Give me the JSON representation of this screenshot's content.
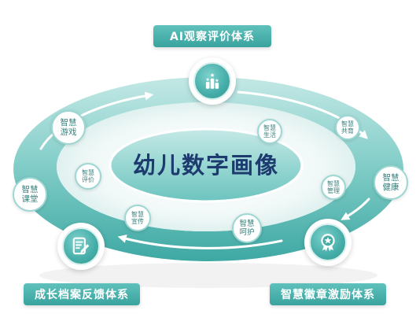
{
  "center_title": "幼儿数字画像",
  "systems": {
    "top": {
      "label": "AI观察评价体系",
      "icon": "podium-stars-icon"
    },
    "bottom_left": {
      "label": "成长档案反馈体系",
      "icon": "document-pen-icon"
    },
    "bottom_right": {
      "label": "智慧徽章激励体系",
      "icon": "medal-badge-icon"
    }
  },
  "nodes": [
    {
      "line1": "智慧",
      "line2": "游戏"
    },
    {
      "line1": "智慧",
      "line2": "课堂"
    },
    {
      "line1": "智慧",
      "line2": "评价"
    },
    {
      "line1": "智慧",
      "line2": "宣传"
    },
    {
      "line1": "智慧",
      "line2": "呵护"
    },
    {
      "line1": "智慧",
      "line2": "生活"
    },
    {
      "line1": "智慧",
      "line2": "共育"
    },
    {
      "line1": "智慧",
      "line2": "管理"
    },
    {
      "line1": "智慧",
      "line2": "健康"
    }
  ],
  "colors": {
    "teal": "#45ada8",
    "ring_light": "#b9e3e0",
    "ring_dark": "#3ea8a3",
    "title_text": "#1d3b6e",
    "node_text": "#3a807d"
  }
}
